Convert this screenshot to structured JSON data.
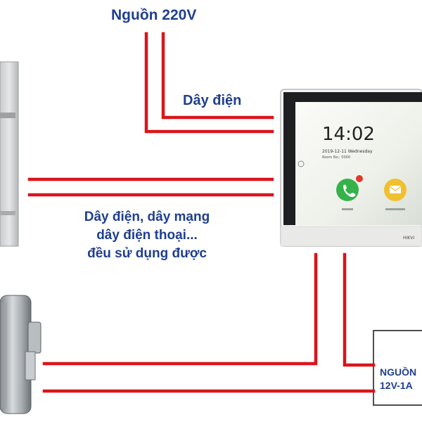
{
  "labels": {
    "power_source": "Nguồn 220V",
    "wire": "Dây điện",
    "cable_note": [
      "Dây điện, dây mạng",
      "dây điện thoại...",
      "đều sử dụng được"
    ],
    "power_supply": [
      "NGUỒN",
      "12V-1A"
    ]
  },
  "monitor": {
    "time": "14:02",
    "date": "2019-12-11 Wednesday",
    "room": "Room No.: 0000",
    "brand": "HIKVI"
  },
  "colors": {
    "wire": "#d9151b",
    "label_text": "#1f3f8f"
  }
}
